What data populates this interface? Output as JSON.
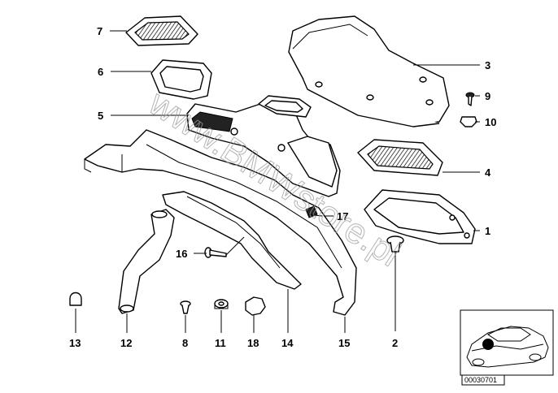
{
  "diagram": {
    "callouts": [
      {
        "id": "c1",
        "text": "1"
      },
      {
        "id": "c2",
        "text": "2"
      },
      {
        "id": "c3",
        "text": "3"
      },
      {
        "id": "c4",
        "text": "4"
      },
      {
        "id": "c5",
        "text": "5"
      },
      {
        "id": "c6",
        "text": "6"
      },
      {
        "id": "c7",
        "text": "7"
      },
      {
        "id": "c8",
        "text": "8"
      },
      {
        "id": "c9",
        "text": "9"
      },
      {
        "id": "c10",
        "text": "10"
      },
      {
        "id": "c11",
        "text": "11"
      },
      {
        "id": "c12",
        "text": "12"
      },
      {
        "id": "c13",
        "text": "13"
      },
      {
        "id": "c14",
        "text": "14"
      },
      {
        "id": "c15",
        "text": "15"
      },
      {
        "id": "c16",
        "text": "16"
      },
      {
        "id": "c17",
        "text": "17"
      },
      {
        "id": "c18",
        "text": "18"
      }
    ],
    "reference_code": "00030701",
    "watermark": "www.BMWstore.pl"
  },
  "colors": {
    "line": "#000000",
    "background": "#ffffff",
    "watermark": "#9a9a9a"
  }
}
